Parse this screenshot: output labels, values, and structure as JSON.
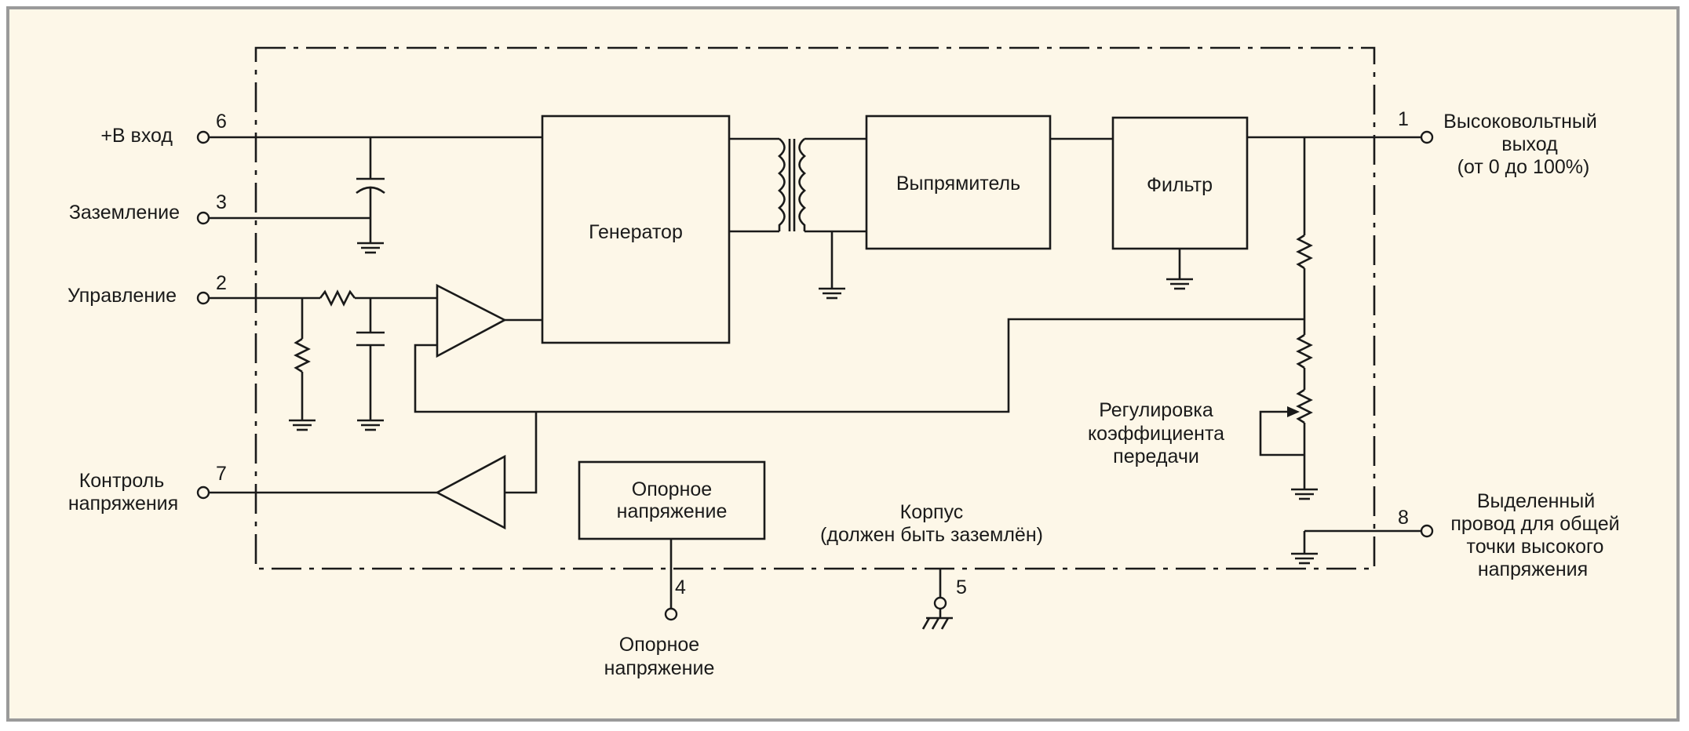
{
  "pins": {
    "vin": {
      "number": "6",
      "label": "+В вход"
    },
    "gnd": {
      "number": "3",
      "label": "Заземление"
    },
    "ctrl": {
      "number": "2",
      "label": "Управление"
    },
    "vmon": {
      "number": "7",
      "label_lines": [
        "Контроль",
        "напряжения"
      ]
    },
    "vref": {
      "number": "4",
      "label_lines": [
        "Опорное",
        "напряжение"
      ]
    },
    "case": {
      "number": "5"
    },
    "hvout": {
      "number": "1",
      "label_lines": [
        "Высоковольтный",
        "выход",
        "(от 0 до 100%)"
      ]
    },
    "hvret": {
      "number": "8",
      "label_lines": [
        "Выделенный",
        "провод для общей",
        "точки высокого",
        "напряжения"
      ]
    }
  },
  "blocks": {
    "generator": "Генератор",
    "rectifier": "Выпрямитель",
    "filter": "Фильтр",
    "reference_lines": [
      "Опорное",
      "напряжение"
    ]
  },
  "labels": {
    "case_lines": [
      "Корпус",
      "(должен быть заземлён)"
    ],
    "gain_adjust_lines": [
      "Регулировка",
      "коэффициента",
      "передачи"
    ]
  }
}
